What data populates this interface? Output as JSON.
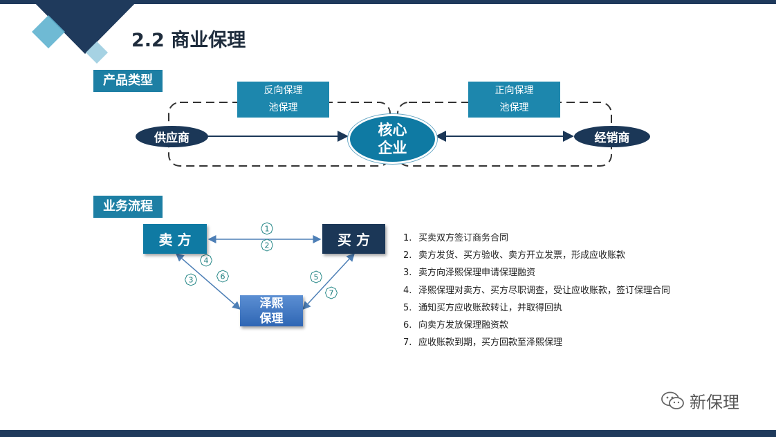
{
  "title": "2.2 商业保理",
  "sections": {
    "product_types": "产品类型",
    "business_flow": "业务流程"
  },
  "product_diagram": {
    "left_product": [
      "反向保理",
      "池保理"
    ],
    "right_product": [
      "正向保理",
      "池保理"
    ],
    "supplier": "供应商",
    "core_enterprise": [
      "核心",
      "企业"
    ],
    "distributor": "经销商"
  },
  "flow_diagram": {
    "seller": "卖 方",
    "buyer": "买 方",
    "factor": [
      "泽熙",
      "保理"
    ],
    "markers": [
      "1",
      "2",
      "3",
      "4",
      "5",
      "6",
      "7"
    ]
  },
  "steps": [
    {
      "num": "1.",
      "text": "买卖双方签订商务合同"
    },
    {
      "num": "2.",
      "text": "卖方发货、买方验收、卖方开立发票，形成应收账款"
    },
    {
      "num": "3.",
      "text": "卖方向泽熙保理申请保理融资"
    },
    {
      "num": "4.",
      "text": "泽熙保理对卖方、买方尽职调查，受让应收账款，签订保理合同"
    },
    {
      "num": "5.",
      "text": "通知买方应收账款转让，并取得回执"
    },
    {
      "num": "6.",
      "text": "向卖方发放保理融资款"
    },
    {
      "num": "7.",
      "text": "应收账款到期，买方回款至泽熙保理"
    }
  ],
  "watermark": "新保理",
  "colors": {
    "navy": "#1b3757",
    "teal": "#0f7aa3",
    "section_label": "#1d7fa4",
    "bar": "#1f3a5c"
  }
}
